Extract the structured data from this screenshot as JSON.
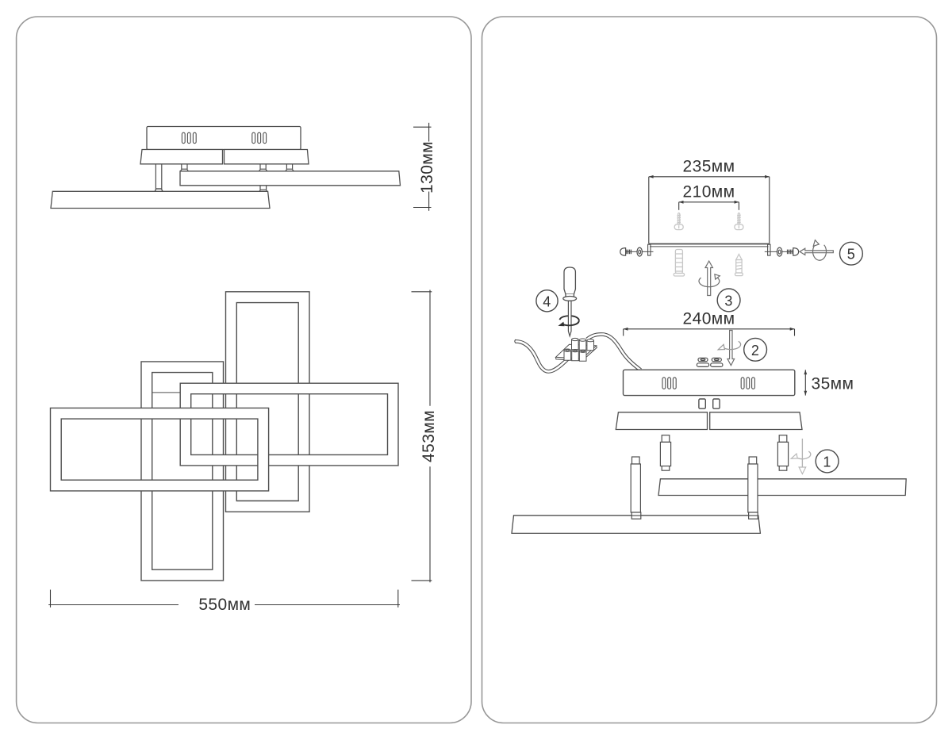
{
  "page": {
    "background": "#ffffff",
    "panel_border_color": "#979797",
    "line_color": "#4f4f4f",
    "light_hardware_color": "#c7c7c7",
    "mid_grey_color": "#9a9a9a",
    "text_color": "#313131"
  },
  "left_panel": {
    "side_view": {
      "height_label": "130мм"
    },
    "top_view": {
      "width_label": "550мм",
      "height_label": "453мм"
    }
  },
  "right_panel": {
    "dimensions": {
      "bracket_width_label": "235мм",
      "bracket_holes_label": "210мм",
      "canopy_width_label": "240мм",
      "canopy_height_label": "35мм"
    },
    "steps": [
      {
        "number": "1"
      },
      {
        "number": "2"
      },
      {
        "number": "3"
      },
      {
        "number": "4"
      },
      {
        "number": "5"
      }
    ]
  }
}
